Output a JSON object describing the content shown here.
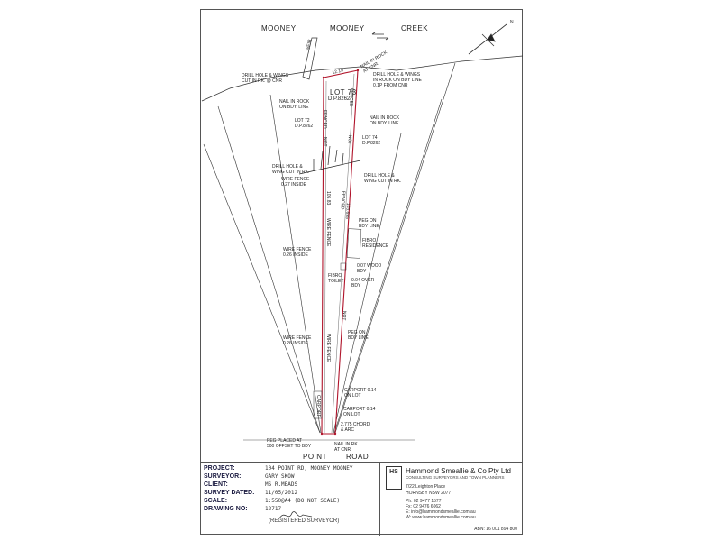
{
  "plan": {
    "top_words": [
      "MOONEY",
      "MOONEY",
      "CREEK"
    ],
    "road_words": [
      "POINT",
      "ROAD"
    ],
    "north_label": "N",
    "weir_label": "WEIR",
    "lot_label": "LOT 73",
    "dp_label": "D.P.8262",
    "lot72": "LOT 72\nD.P.8262",
    "lot74": "LOT 74\nD.P.8262",
    "top_dim": "12.19",
    "left_len": "105.83",
    "right_len": "103.695",
    "fenced": "FENCED",
    "not": "NOT",
    "wire_fence": "WIRE FENCE",
    "carport": "CARPORT",
    "notes": {
      "drill_left_top": "DRILL HOLE & WINGS\nCUT IN RK. @ CNR",
      "nail_top": "NAIL IN ROCK\nAT CNR",
      "drill_right_top": "DRILL HOLE & WINGS\nIN ROCK ON BDY LINE\n0.1P FROM CNR",
      "nail_left": "NAIL IN ROCK\nON BDY. LINE",
      "nail_right": "NAIL IN ROCK\nON BDY. LINE",
      "drill_left_mid": "DRILL HOLE &\nWING CUT IN RK.",
      "wire_fence_027": "WIRE FENCE\n0.27 INSIDE",
      "drill_right_mid": "DRILL HOLE &\nWING CUT IN RK.",
      "peg_right": "PEG ON\nBDY LINE",
      "fibro_res": "FIBRO\nRESIDENCE",
      "wire_fence_026a": "WIRE FENCE\n0.26 INSIDE",
      "fibro_toilet": "FIBRO\nTOILET",
      "wood_007": "0.07 WOOD\nBDY",
      "over_004": "0.04 OVER\nBDY",
      "peg_right2": "PEG ON\nBDY LINE",
      "wire_fence_026b": "WIRE FENCE\n0.26 INSIDE",
      "carport_014a": "CARPORT 0.14\nON LOT",
      "carport_014b": "CARPORT 0.14\nON LOT",
      "chord": "2.775 CHORD\n& ARC",
      "peg_bottom": "PEG PLACED AT\n500 OFFSET TO BDY",
      "nail_bottom": "NAIL IN RK.\nAT CNR"
    }
  },
  "titleblock": {
    "rows": [
      {
        "k": "PROJECT:",
        "v": "104 POINT RD, MOONEY MOONEY"
      },
      {
        "k": "SURVEYOR:",
        "v": "GARY SKOW"
      },
      {
        "k": "CLIENT:",
        "v": "MS R.MEADS"
      },
      {
        "k": "SURVEY DATED:",
        "v": "11/05/2012"
      },
      {
        "k": "SCALE:",
        "v": "1:550@A4 (DO NOT SCALE)"
      },
      {
        "k": "DRAWING NO:",
        "v": "12717"
      }
    ],
    "signature_caption": "(REGISTERED SURVEYOR)",
    "logo_text": "HS",
    "firm": "Hammond Smeallie & Co Pty Ltd",
    "firm_sub": "CONSULTING SURVEYORS AND TOWN PLANNERS",
    "addr1": "7/22 Leighton Place",
    "addr2": "HORNSBY NSW 2077",
    "ph": "Ph: 02 9477 1577",
    "fx": "Fx: 02 9476 6062",
    "em": "E: info@hammondsmeallie.com.au",
    "web": "W: www.hammondsmeallie.com.au",
    "abn": "ABN: 16 001 894 800"
  }
}
